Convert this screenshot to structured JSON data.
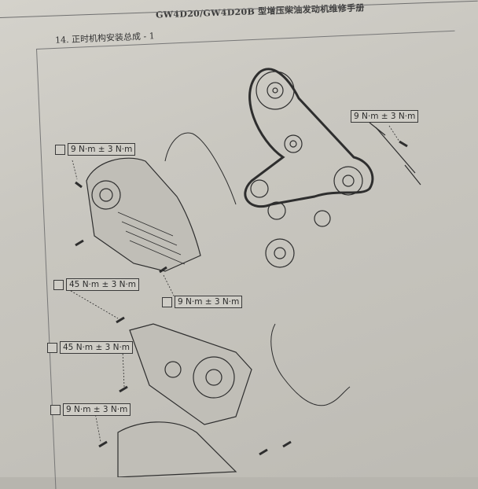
{
  "header": {
    "manual_title": "GW4D20/GW4D20B 型增压柴油发动机维修手册"
  },
  "section": {
    "title": "14. 正时机构安装总成 - 1"
  },
  "torque_labels": {
    "bolt_a": "9 N·m ± 3 N·m",
    "bolt_b": "9 N·m ± 3 N·m",
    "bolt_c": "9 N·m ± 3 N·m",
    "bolt_d": "45 N·m ± 3 N·m",
    "bolt_e": "45 N·m ± 3 N·m",
    "bolt_f": "9 N·m ± 3 N·m"
  },
  "icons": {
    "torque": "torque-wrench-icon"
  }
}
